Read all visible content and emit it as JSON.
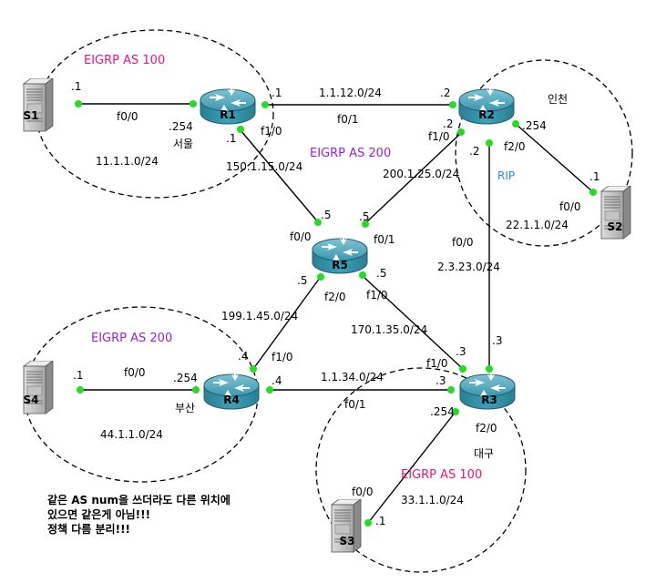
{
  "zones": [
    {
      "id": "seoul",
      "label": "EIGRP AS 100",
      "kind": "eigrp100"
    },
    {
      "id": "incheon",
      "label": "RIP",
      "kind": "rip"
    },
    {
      "id": "busan",
      "label": "EIGRP AS 200",
      "kind": "eigrp200"
    },
    {
      "id": "daegu",
      "label": "EIGRP AS 100",
      "kind": "eigrp100"
    }
  ],
  "center_label": "EIGRP AS 200",
  "routers": [
    {
      "id": "R1",
      "name": "R1",
      "city": "서울"
    },
    {
      "id": "R2",
      "name": "R2",
      "city": "인천"
    },
    {
      "id": "R3",
      "name": "R3",
      "city": "대구"
    },
    {
      "id": "R4",
      "name": "R4",
      "city": "부산"
    },
    {
      "id": "R5",
      "name": "R5",
      "city": ""
    }
  ],
  "servers": [
    {
      "id": "S1",
      "name": "S1"
    },
    {
      "id": "S2",
      "name": "S2"
    },
    {
      "id": "S3",
      "name": "S3"
    },
    {
      "id": "S4",
      "name": "S4"
    }
  ],
  "links": [
    {
      "id": "S1-R1",
      "network": "11.1.1.0/24",
      "a_ip": ".1",
      "b_ip": ".254",
      "a_if": "",
      "b_if": "f0/0"
    },
    {
      "id": "R1-R2",
      "network": "1.1.12.0/24",
      "a_ip": ".1",
      "b_ip": ".2",
      "a_if": "",
      "b_if": "f0/1"
    },
    {
      "id": "R2-S2",
      "network": "22.1.1.0/24",
      "a_ip": ".254",
      "b_ip": ".1",
      "a_if": "f2/0",
      "b_if": "f0/0"
    },
    {
      "id": "R1-R5",
      "network": "150.1.15.0/24",
      "a_ip": ".1",
      "b_ip": ".5",
      "a_if": "f1/0",
      "b_if": "f0/0"
    },
    {
      "id": "R2-R5",
      "network": "200.1.25.0/24",
      "a_ip": ".2",
      "b_ip": ".5",
      "a_if": "f1/0",
      "b_if": "f0/1"
    },
    {
      "id": "R2-R3",
      "network": "2.3.23.0/24",
      "a_ip": ".2",
      "b_ip": ".3",
      "a_if": "f0/0",
      "b_if": ""
    },
    {
      "id": "R5-R4",
      "network": "199.1.45.0/24",
      "a_ip": ".5",
      "b_ip": ".4",
      "a_if": "f2/0",
      "b_if": "f1/0"
    },
    {
      "id": "R5-R3",
      "network": "170.1.35.0/24",
      "a_ip": ".5",
      "b_ip": ".3",
      "a_if": "f1/0",
      "b_if": "f1/0"
    },
    {
      "id": "S4-R4",
      "network": "44.1.1.0/24",
      "a_ip": ".1",
      "b_ip": ".254",
      "a_if": "f0/0",
      "b_if": ""
    },
    {
      "id": "R4-R3",
      "network": "1.1.34.0/24",
      "a_ip": ".4",
      "b_ip": ".3",
      "a_if": "",
      "b_if": "f0/1"
    },
    {
      "id": "R3-S3",
      "network": "33.1.1.0/24",
      "a_ip": ".254",
      "b_ip": ".1",
      "a_if": "f2/0",
      "b_if": "f0/0"
    }
  ],
  "note": [
    "같은 AS num을 쓰더라도 다른 위치에",
    "있으면 같은게 아님!!!",
    "정책 다름 분리!!!"
  ],
  "colors": {
    "eigrp100": "#e8157a",
    "eigrp200": "#9c1fd6",
    "rip": "#2a8ad8",
    "port_dot": "#22dd22",
    "router_body": "#2f8fa6"
  }
}
